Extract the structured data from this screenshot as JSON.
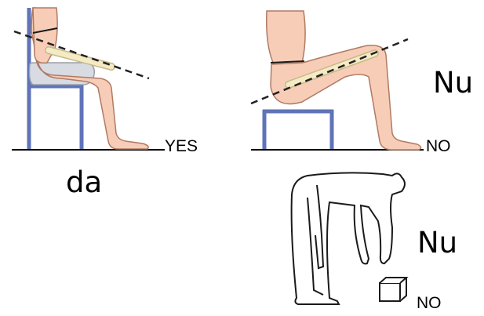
{
  "panels": [
    {
      "id": "correct-sitting",
      "verdict": "YES",
      "caption": "da"
    },
    {
      "id": "low-stool-sitting",
      "verdict": "NO",
      "caption": "Nu"
    },
    {
      "id": "bending-to-lift",
      "verdict": "NO",
      "caption": "Nu"
    }
  ],
  "colors": {
    "skin": "#f7cdb8",
    "skin_outline": "#b07a63",
    "bone": "#f4eac4",
    "bone_outline": "#c7b98a",
    "furniture": "#5f73b8",
    "cushion": "#d8dbe2",
    "line": "#000000"
  }
}
